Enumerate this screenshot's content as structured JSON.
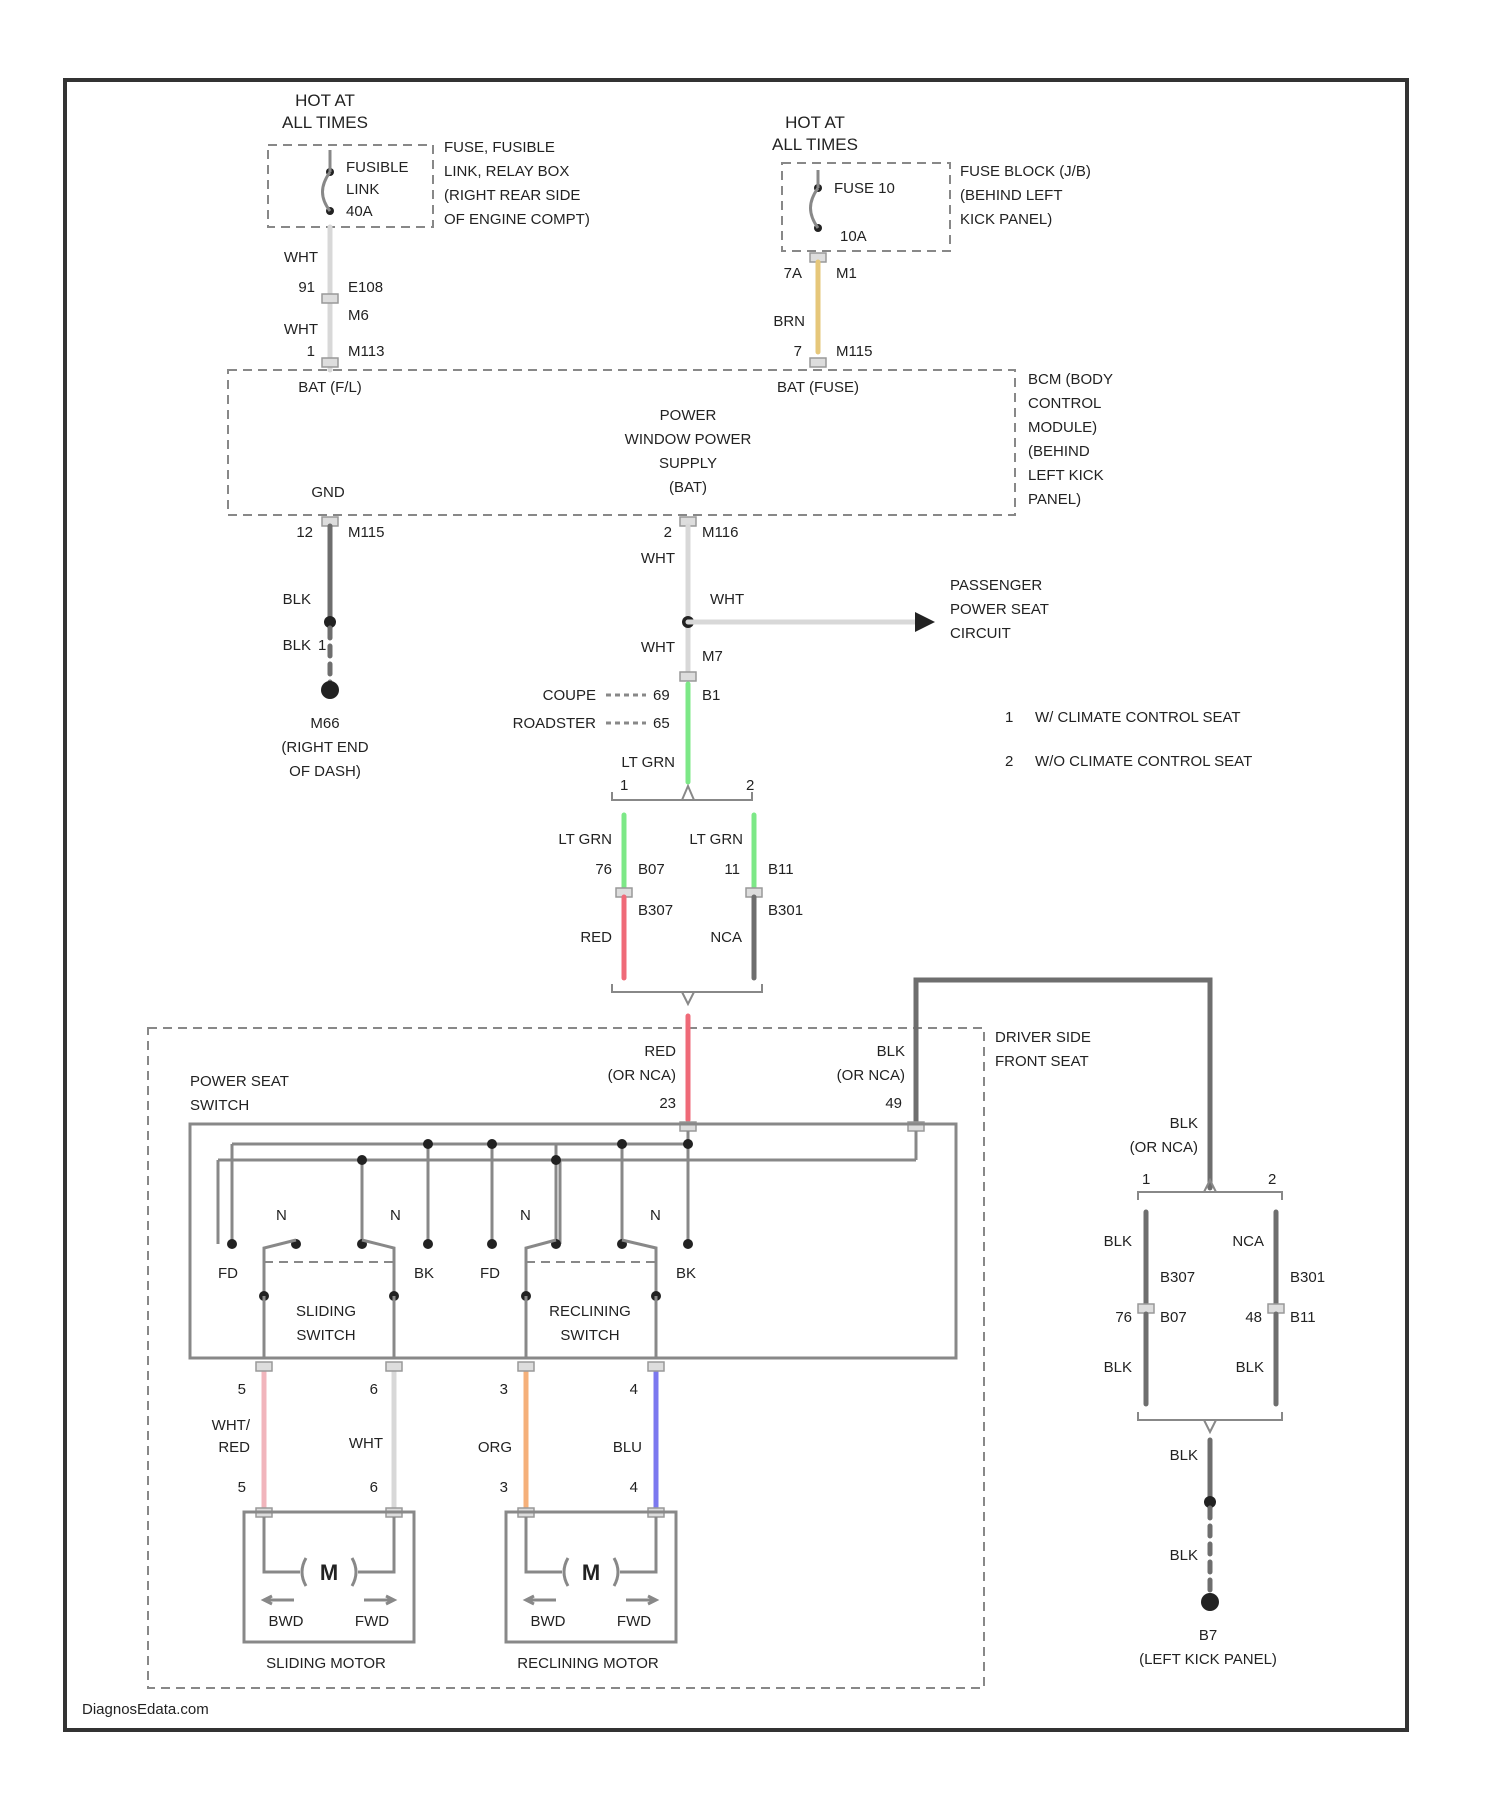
{
  "colors": {
    "frame": "#333333",
    "wire_grey": "#8a8a8a",
    "wire_blk": "#6e6e6e",
    "wire_wht": "#d8d8d8",
    "wire_brn_tan": "#e6c77a",
    "wire_lt_grn": "#7de887",
    "wire_red": "#ef6a78",
    "wire_wht_red": "#f1b5bc",
    "wire_org": "#f5b07a",
    "wire_blu": "#7b78ef"
  },
  "fusible_link": {
    "hot": [
      "HOT AT",
      "ALL TIMES"
    ],
    "name": [
      "FUSIBLE",
      "LINK",
      "40A"
    ],
    "desc": [
      "FUSE, FUSIBLE",
      "LINK, RELAY BOX",
      "(RIGHT REAR SIDE",
      "OF ENGINE COMPT)"
    ],
    "wire1": "WHT",
    "pin_e108": "91",
    "conn_e108": "E108",
    "conn_m6": "M6",
    "wire2": "WHT",
    "pin_m113": "1",
    "conn_m113": "M113"
  },
  "fuse_block": {
    "hot": [
      "HOT AT",
      "ALL TIMES"
    ],
    "name": [
      "FUSE 10",
      "10A"
    ],
    "desc": [
      "FUSE BLOCK (J/B)",
      "(BEHIND LEFT",
      "KICK PANEL)"
    ],
    "pin_m1": "7A",
    "conn_m1": "M1",
    "wire": "BRN",
    "pin_m115": "7",
    "conn_m115": "M115"
  },
  "bcm": {
    "pin_bat_fl": "BAT (F/L)",
    "pin_bat_fuse": "BAT (FUSE)",
    "function": [
      "POWER",
      "WINDOW POWER",
      "SUPPLY",
      "(BAT)"
    ],
    "gnd_pin": "GND",
    "desc": [
      "BCM (BODY",
      "CONTROL",
      "MODULE)",
      "(BEHIND",
      "LEFT KICK",
      "PANEL)"
    ]
  },
  "ground_m66": {
    "pin": "12",
    "conn": "M115",
    "wire1": "BLK",
    "wire2": "BLK",
    "splice_mark": "1",
    "name": "M66",
    "desc": [
      "(RIGHT END",
      "OF DASH)"
    ]
  },
  "power_feed": {
    "pin": "2",
    "conn": "M116",
    "wire1": "WHT",
    "branch_wire": "WHT",
    "branch_to": [
      "PASSENGER",
      "POWER SEAT",
      "CIRCUIT"
    ],
    "wire2": "WHT",
    "conn_m7": "M7",
    "coupe": "COUPE",
    "roadster": "ROADSTER",
    "pin_coupe": "69",
    "pin_roadster": "65",
    "conn_b1": "B1",
    "wire3": "LT GRN",
    "opt1": "1",
    "opt2": "2"
  },
  "legend": [
    {
      "mark": "1",
      "text": "W/ CLIMATE CONTROL SEAT"
    },
    {
      "mark": "2",
      "text": "W/O CLIMATE CONTROL SEAT"
    }
  ],
  "split_conn": {
    "left_wire": "LT GRN",
    "right_wire": "LT GRN",
    "left_pin": "76",
    "left_conn": "B07",
    "left_conn2": "B307",
    "right_pin": "11",
    "right_conn": "B11",
    "right_conn2": "B301",
    "left_out_wire": "RED",
    "right_out_wire": "NCA"
  },
  "driver_seat": {
    "title": [
      "DRIVER SIDE",
      "FRONT SEAT"
    ],
    "switch_title": [
      "POWER SEAT",
      "SWITCH"
    ],
    "in_wire": [
      "RED",
      "(OR NCA)"
    ],
    "in_pin": "23",
    "gnd_wire": [
      "BLK",
      "(OR NCA)"
    ],
    "gnd_pin": "49",
    "sliding_switch": [
      "SLIDING",
      "SWITCH"
    ],
    "reclining_switch": [
      "RECLINING",
      "SWITCH"
    ],
    "term_fd": "FD",
    "term_bk": "BK",
    "term_n": "N",
    "sliding_out": [
      {
        "pin_top": "5",
        "wire": [
          "WHT/",
          "RED"
        ],
        "pin_bottom": "5"
      },
      {
        "pin_top": "6",
        "wire": [
          "WHT"
        ],
        "pin_bottom": "6"
      }
    ],
    "reclining_out": [
      {
        "pin_top": "3",
        "wire": [
          "ORG"
        ],
        "pin_bottom": "3"
      },
      {
        "pin_top": "4",
        "wire": [
          "BLU"
        ],
        "pin_bottom": "4"
      }
    ],
    "motor_symbol": "M",
    "bwd": "BWD",
    "fwd": "FWD",
    "sliding_motor": "SLIDING MOTOR",
    "reclining_motor": "RECLINING MOTOR"
  },
  "ground_b7": {
    "wire_top": [
      "BLK",
      "(OR NCA)"
    ],
    "opt1": "1",
    "opt2": "2",
    "left_wire_top": "BLK",
    "right_wire_top": "NCA",
    "left_conn2": "B307",
    "right_conn2": "B301",
    "left_pin": "76",
    "left_conn": "B07",
    "right_pin": "48",
    "right_conn": "B11",
    "left_wire_bottom": "BLK",
    "right_wire_bottom": "BLK",
    "wire1": "BLK",
    "wire2": "BLK",
    "name": "B7",
    "desc": "(LEFT KICK PANEL)"
  },
  "watermark": "DiagnosEdata.com"
}
